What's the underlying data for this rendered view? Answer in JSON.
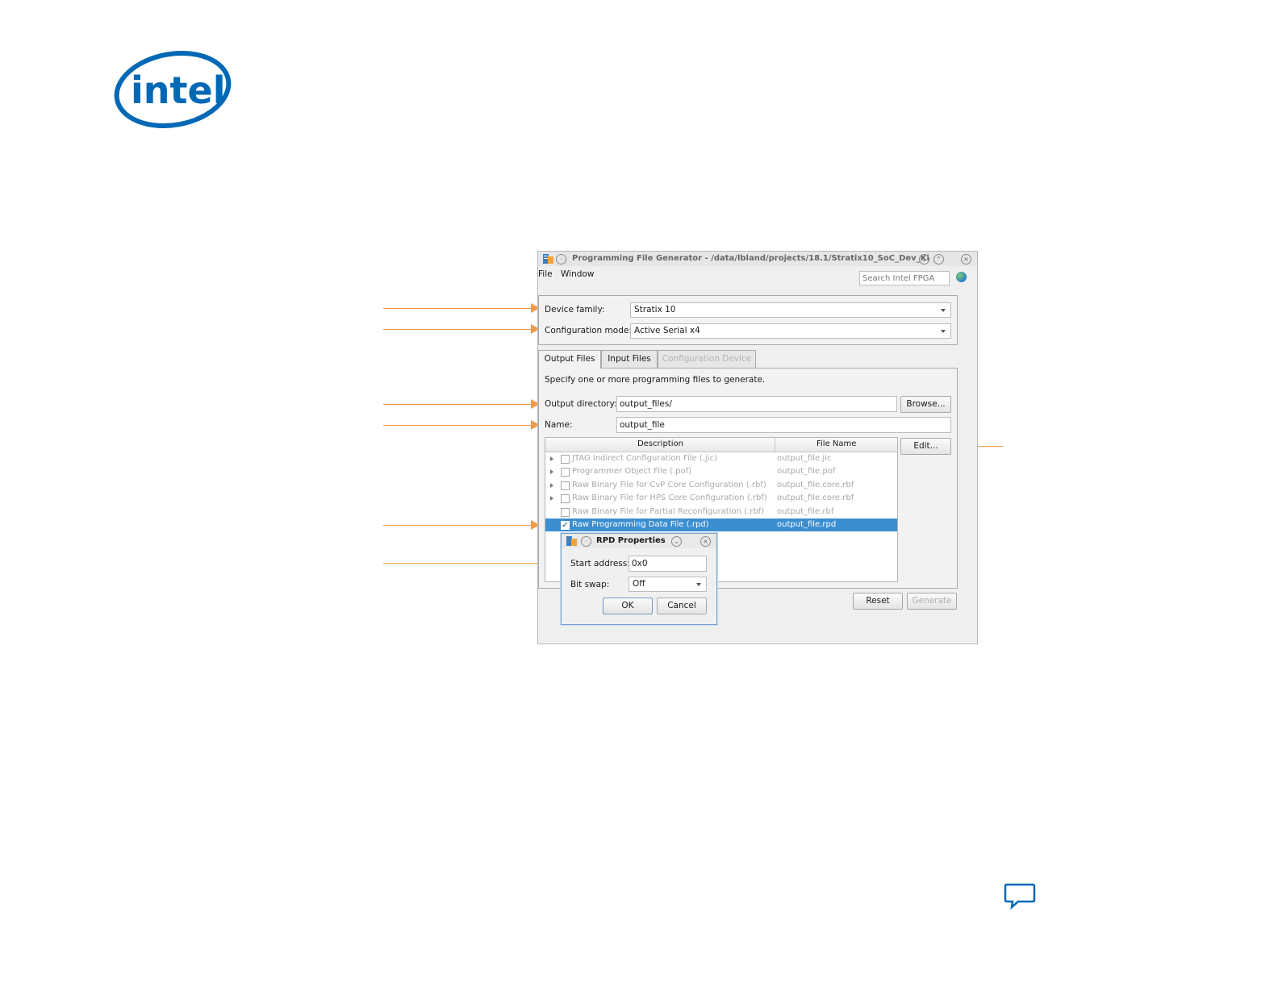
{
  "logo": {
    "text": "intel",
    "color": "#0068b5"
  },
  "window": {
    "title": "Programming File Generator - /data/lbland/projects/18.1/Stratix10_SoC_Dev_Ki",
    "menu": [
      "File",
      "Window"
    ],
    "search_placeholder": "Search Intel FPGA",
    "device_family_label": "Device family:",
    "device_family_value": "Stratix 10",
    "config_mode_label": "Configuration mode:",
    "config_mode_value": "Active Serial x4",
    "tabs": [
      "Output Files",
      "Input Files",
      "Configuration Device"
    ],
    "instructions": "Specify one or more programming files to generate.",
    "output_dir_label": "Output directory:",
    "output_dir_value": "output_files/",
    "browse_label": "Browse...",
    "name_label": "Name:",
    "name_value": "output_file",
    "edit_label": "Edit...",
    "table": {
      "columns": [
        "Description",
        "File Name"
      ],
      "rows": [
        {
          "desc": "JTAG Indirect Configuration File (.jic)",
          "file": "output_file.jic",
          "checked": false
        },
        {
          "desc": "Programmer Object File (.pof)",
          "file": "output_file.pof",
          "checked": false
        },
        {
          "desc": "Raw Binary File for CvP Core Configuration (.rbf)",
          "file": "output_file.core.rbf",
          "checked": false
        },
        {
          "desc": "Raw Binary File for HPS Core Configuration (.rbf)",
          "file": "output_file.core.rbf",
          "checked": false
        },
        {
          "desc": "Raw Binary File for Partial Reconfiguration (.rbf)",
          "file": "output_file.rbf",
          "checked": false
        },
        {
          "desc": "Raw Programming Data File (.rpd)",
          "file": "output_file.rpd",
          "checked": true
        }
      ]
    },
    "reset_label": "Reset",
    "generate_label": "Generate"
  },
  "rpd_dialog": {
    "title": "RPD Properties",
    "start_address_label": "Start address:",
    "start_address_value": "0x0",
    "bit_swap_label": "Bit swap:",
    "bit_swap_value": "Off",
    "ok_label": "OK",
    "cancel_label": "Cancel"
  },
  "colors": {
    "accent_arrow": "#f19a4a",
    "selection": "#3b8ed0",
    "brand": "#0068b5"
  }
}
